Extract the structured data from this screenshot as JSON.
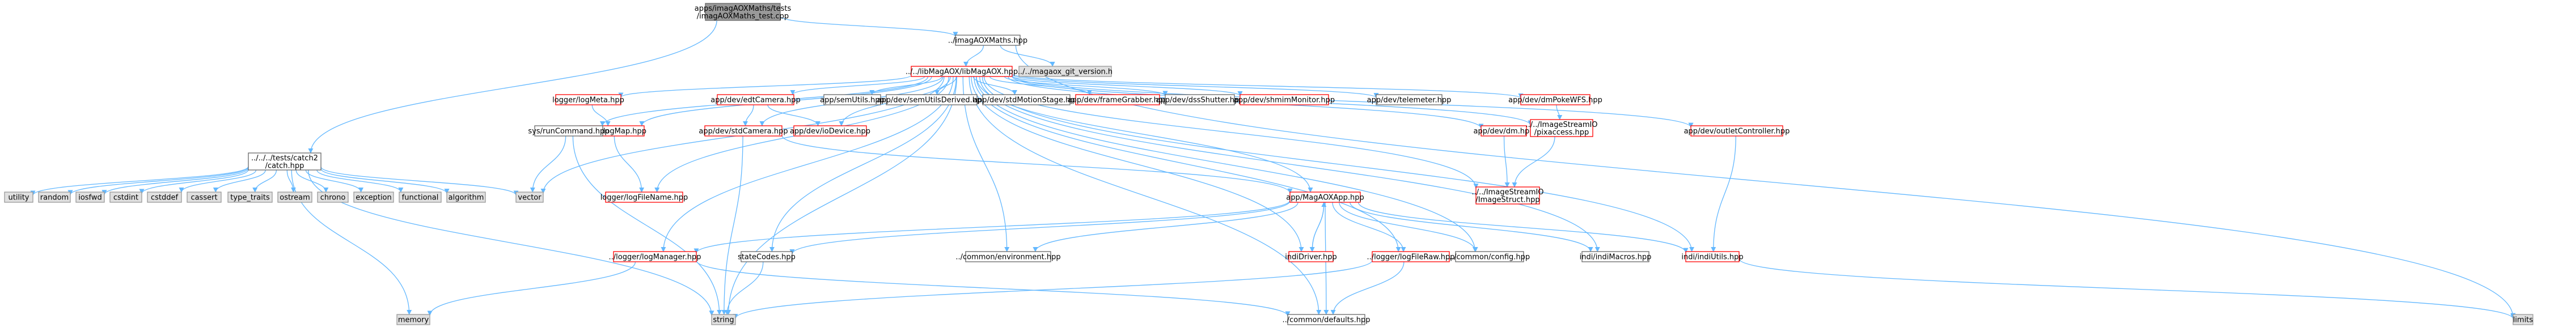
{
  "nodes": [
    {
      "id": "root",
      "lines": [
        "apps/imagAOXMaths/tests",
        "/imagAOXMaths_test.cpp"
      ],
      "kind": "root"
    },
    {
      "id": "imagAOXMaths",
      "lines": [
        "../imagAOXMaths.hpp"
      ],
      "kind": "plain"
    },
    {
      "id": "libMagAOX",
      "lines": [
        "../../libMagAOX/libMagAOX.hpp"
      ],
      "kind": "red"
    },
    {
      "id": "git_version",
      "lines": [
        "../../magaox_git_version.h"
      ],
      "kind": "gray"
    },
    {
      "id": "limits",
      "lines": [
        "limits"
      ],
      "kind": "gray"
    },
    {
      "id": "catch",
      "lines": [
        "../../../tests/catch2",
        "/catch.hpp"
      ],
      "kind": "plain"
    },
    {
      "id": "utility",
      "lines": [
        "utility"
      ],
      "kind": "gray"
    },
    {
      "id": "random",
      "lines": [
        "random"
      ],
      "kind": "gray"
    },
    {
      "id": "iosfwd",
      "lines": [
        "iosfwd"
      ],
      "kind": "gray"
    },
    {
      "id": "cstdint",
      "lines": [
        "cstdint"
      ],
      "kind": "gray"
    },
    {
      "id": "cstddef",
      "lines": [
        "cstddef"
      ],
      "kind": "gray"
    },
    {
      "id": "cassert",
      "lines": [
        "cassert"
      ],
      "kind": "gray"
    },
    {
      "id": "type_traits",
      "lines": [
        "type_traits"
      ],
      "kind": "gray"
    },
    {
      "id": "ostream",
      "lines": [
        "ostream"
      ],
      "kind": "gray"
    },
    {
      "id": "chrono",
      "lines": [
        "chrono"
      ],
      "kind": "gray"
    },
    {
      "id": "exception",
      "lines": [
        "exception"
      ],
      "kind": "gray"
    },
    {
      "id": "functional",
      "lines": [
        "functional"
      ],
      "kind": "gray"
    },
    {
      "id": "algorithm",
      "lines": [
        "algorithm"
      ],
      "kind": "gray"
    },
    {
      "id": "vector",
      "lines": [
        "vector"
      ],
      "kind": "gray"
    },
    {
      "id": "memory",
      "lines": [
        "memory"
      ],
      "kind": "gray"
    },
    {
      "id": "string",
      "lines": [
        "string"
      ],
      "kind": "gray"
    },
    {
      "id": "logMeta",
      "lines": [
        "logger/logMeta.hpp"
      ],
      "kind": "red"
    },
    {
      "id": "logMap",
      "lines": [
        "logger/logMap.hpp"
      ],
      "kind": "red"
    },
    {
      "id": "logFileName",
      "lines": [
        "logger/logFileName.hpp"
      ],
      "kind": "red"
    },
    {
      "id": "sysRunCommand",
      "lines": [
        "sys/runCommand.hpp"
      ],
      "kind": "plain"
    },
    {
      "id": "edtCamera",
      "lines": [
        "app/dev/edtCamera.hpp"
      ],
      "kind": "red"
    },
    {
      "id": "stdCamera",
      "lines": [
        "app/dev/stdCamera.hpp"
      ],
      "kind": "red"
    },
    {
      "id": "ioDevice",
      "lines": [
        "app/dev/ioDevice.hpp"
      ],
      "kind": "red"
    },
    {
      "id": "semUtils",
      "lines": [
        "app/semUtils.hpp"
      ],
      "kind": "plain"
    },
    {
      "id": "semUtilsDerived",
      "lines": [
        "app/dev/semUtilsDerived.hpp"
      ],
      "kind": "plain"
    },
    {
      "id": "stdMotionStage",
      "lines": [
        "app/dev/stdMotionStage.hpp"
      ],
      "kind": "plain"
    },
    {
      "id": "frameGrabber",
      "lines": [
        "app/dev/frameGrabber.hpp"
      ],
      "kind": "red"
    },
    {
      "id": "dssShutter",
      "lines": [
        "app/dev/dssShutter.hpp"
      ],
      "kind": "plain"
    },
    {
      "id": "shmimMonitor",
      "lines": [
        "app/dev/shmimMonitor.hpp"
      ],
      "kind": "red"
    },
    {
      "id": "telemeter",
      "lines": [
        "app/dev/telemeter.hpp"
      ],
      "kind": "plain"
    },
    {
      "id": "dm",
      "lines": [
        "app/dev/dm.hpp"
      ],
      "kind": "red"
    },
    {
      "id": "dmPokeWFS",
      "lines": [
        "app/dev/dmPokeWFS.hpp"
      ],
      "kind": "red"
    },
    {
      "id": "pixaccess",
      "lines": [
        "../../ImageStreamIO",
        "/pixaccess.hpp"
      ],
      "kind": "red"
    },
    {
      "id": "imageStruct",
      "lines": [
        "../../ImageStreamIO",
        "/ImageStruct.hpp"
      ],
      "kind": "red"
    },
    {
      "id": "outletController",
      "lines": [
        "app/dev/outletController.hpp"
      ],
      "kind": "red"
    },
    {
      "id": "indiUtils",
      "lines": [
        "indi/indiUtils.hpp"
      ],
      "kind": "red"
    },
    {
      "id": "magAOXApp",
      "lines": [
        "app/MagAOXApp.hpp"
      ],
      "kind": "red"
    },
    {
      "id": "stateCodes",
      "lines": [
        "stateCodes.hpp"
      ],
      "kind": "plain"
    },
    {
      "id": "environment",
      "lines": [
        "../common/environment.hpp"
      ],
      "kind": "plain"
    },
    {
      "id": "indiDriver",
      "lines": [
        "indiDriver.hpp"
      ],
      "kind": "red"
    },
    {
      "id": "logFileRaw",
      "lines": [
        "../logger/logFileRaw.hpp"
      ],
      "kind": "red"
    },
    {
      "id": "config",
      "lines": [
        "../common/config.hpp"
      ],
      "kind": "plain"
    },
    {
      "id": "indiMacros",
      "lines": [
        "indi/indiMacros.hpp"
      ],
      "kind": "plain"
    },
    {
      "id": "logManager",
      "lines": [
        "../logger/logManager.hpp"
      ],
      "kind": "red"
    },
    {
      "id": "defaults",
      "lines": [
        "../common/defaults.hpp"
      ],
      "kind": "plain"
    }
  ],
  "edges": [
    [
      "root",
      "imagAOXMaths"
    ],
    [
      "root",
      "catch"
    ],
    [
      "imagAOXMaths",
      "libMagAOX"
    ],
    [
      "imagAOXMaths",
      "git_version"
    ],
    [
      "imagAOXMaths",
      "limits"
    ],
    [
      "catch",
      "utility"
    ],
    [
      "catch",
      "random"
    ],
    [
      "catch",
      "iosfwd"
    ],
    [
      "catch",
      "cstdint"
    ],
    [
      "catch",
      "cstddef"
    ],
    [
      "catch",
      "cassert"
    ],
    [
      "catch",
      "type_traits"
    ],
    [
      "catch",
      "ostream"
    ],
    [
      "catch",
      "chrono"
    ],
    [
      "catch",
      "exception"
    ],
    [
      "catch",
      "functional"
    ],
    [
      "catch",
      "algorithm"
    ],
    [
      "catch",
      "vector"
    ],
    [
      "catch",
      "memory"
    ],
    [
      "catch",
      "string"
    ],
    [
      "libMagAOX",
      "logMeta"
    ],
    [
      "libMagAOX",
      "logMap"
    ],
    [
      "libMagAOX",
      "logFileName"
    ],
    [
      "libMagAOX",
      "sysRunCommand"
    ],
    [
      "libMagAOX",
      "edtCamera"
    ],
    [
      "libMagAOX",
      "stdCamera"
    ],
    [
      "libMagAOX",
      "ioDevice"
    ],
    [
      "libMagAOX",
      "semUtils"
    ],
    [
      "libMagAOX",
      "semUtilsDerived"
    ],
    [
      "libMagAOX",
      "stdMotionStage"
    ],
    [
      "libMagAOX",
      "frameGrabber"
    ],
    [
      "libMagAOX",
      "dssShutter"
    ],
    [
      "libMagAOX",
      "shmimMonitor"
    ],
    [
      "libMagAOX",
      "telemeter"
    ],
    [
      "libMagAOX",
      "dm"
    ],
    [
      "libMagAOX",
      "dmPokeWFS"
    ],
    [
      "libMagAOX",
      "pixaccess"
    ],
    [
      "libMagAOX",
      "imageStruct"
    ],
    [
      "libMagAOX",
      "outletController"
    ],
    [
      "libMagAOX",
      "indiUtils"
    ],
    [
      "libMagAOX",
      "magAOXApp"
    ],
    [
      "libMagAOX",
      "stateCodes"
    ],
    [
      "libMagAOX",
      "environment"
    ],
    [
      "libMagAOX",
      "indiDriver"
    ],
    [
      "libMagAOX",
      "logFileRaw"
    ],
    [
      "libMagAOX",
      "config"
    ],
    [
      "libMagAOX",
      "indiMacros"
    ],
    [
      "libMagAOX",
      "logManager"
    ],
    [
      "libMagAOX",
      "defaults"
    ],
    [
      "libMagAOX",
      "vector"
    ],
    [
      "libMagAOX",
      "string"
    ],
    [
      "logMeta",
      "logMap"
    ],
    [
      "logMap",
      "logFileName"
    ],
    [
      "sysRunCommand",
      "vector"
    ],
    [
      "sysRunCommand",
      "string"
    ],
    [
      "edtCamera",
      "stdCamera"
    ],
    [
      "edtCamera",
      "ioDevice"
    ],
    [
      "stdCamera",
      "string"
    ],
    [
      "stdCamera",
      "magAOXApp"
    ],
    [
      "dm",
      "imageStruct"
    ],
    [
      "dmPokeWFS",
      "pixaccess"
    ],
    [
      "pixaccess",
      "imageStruct"
    ],
    [
      "outletController",
      "indiUtils"
    ],
    [
      "magAOXApp",
      "stateCodes"
    ],
    [
      "magAOXApp",
      "environment"
    ],
    [
      "magAOXApp",
      "indiDriver"
    ],
    [
      "magAOXApp",
      "logFileRaw"
    ],
    [
      "magAOXApp",
      "config"
    ],
    [
      "magAOXApp",
      "indiMacros"
    ],
    [
      "magAOXApp",
      "indiUtils"
    ],
    [
      "magAOXApp",
      "logManager"
    ],
    [
      "magAOXApp",
      "defaults"
    ],
    [
      "indiDriver",
      "magAOXApp"
    ],
    [
      "stateCodes",
      "string"
    ],
    [
      "logManager",
      "memory"
    ],
    [
      "logManager",
      "defaults"
    ],
    [
      "logFileRaw",
      "string"
    ],
    [
      "logFileRaw",
      "defaults"
    ],
    [
      "indiUtils",
      "limits"
    ]
  ],
  "colors": {
    "root_fill": "#999999",
    "root_stroke": "#666666",
    "plain_fill": "#ffffff",
    "plain_stroke": "#666666",
    "red_fill": "#ffffff",
    "red_stroke": "#ff0000",
    "gray_fill": "#e0e0e0",
    "gray_stroke": "#999999",
    "edge": "#63b8ff",
    "text": "#000000"
  }
}
